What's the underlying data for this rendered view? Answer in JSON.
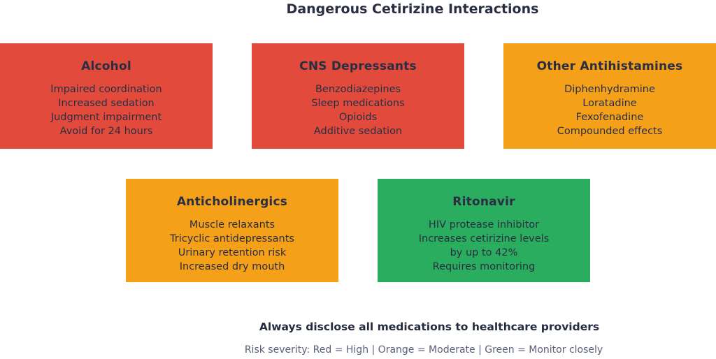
{
  "title": "Dangerous Cetirizine Interactions",
  "cards": [
    {
      "title": "Alcohol",
      "bg": "#e24b3c",
      "lines": [
        "Impaired coordination",
        "Increased sedation",
        "Judgment impairment",
        "Avoid for 24 hours"
      ]
    },
    {
      "title": "CNS Depressants",
      "bg": "#e24b3c",
      "lines": [
        "Benzodiazepines",
        "Sleep medications",
        "Opioids",
        "Additive sedation"
      ]
    },
    {
      "title": "Other Antihistamines",
      "bg": "#f5a019",
      "lines": [
        "Diphenhydramine",
        "Loratadine",
        "Fexofenadine",
        "Compounded effects"
      ]
    },
    {
      "title": "Anticholinergics",
      "bg": "#f5a019",
      "lines": [
        "Muscle relaxants",
        "Tricyclic antidepressants",
        "Urinary retention risk",
        "Increased dry mouth"
      ]
    },
    {
      "title": "Ritonavir",
      "bg": "#2bad60",
      "lines": [
        "HIV protease inhibitor",
        "Increases cetirizine levels",
        "by up to 42%",
        "Requires monitoring"
      ]
    }
  ],
  "footer": {
    "disclaimer": "Always disclose all medications to healthcare providers",
    "legend": "Risk severity: Red = High | Orange = Moderate | Green = Monitor closely"
  },
  "colors": {
    "high_red": "#e24b3c",
    "moderate_orange": "#f5a019",
    "monitor_green": "#2bad60",
    "text_dark": "#2a2e43",
    "legend_muted": "#5a5f7b",
    "background": "#ffffff"
  }
}
